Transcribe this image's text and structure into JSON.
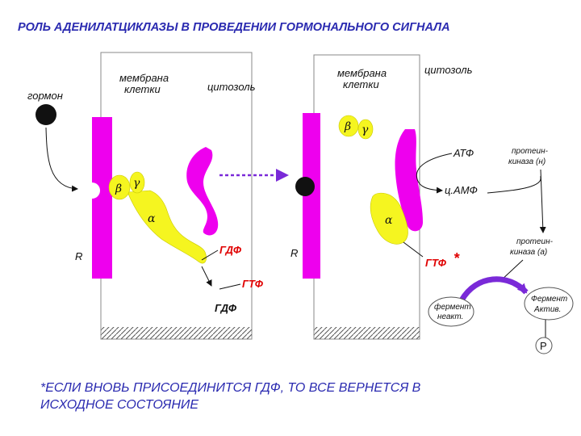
{
  "title": "РОЛЬ АДЕНИЛАТЦИКЛАЗЫ В ПРОВЕДЕНИИ ГОРМОНАЛЬНОГО СИГНАЛА",
  "left_panel": {
    "hormone": "гормон",
    "membrane": [
      "мембрана",
      "клетки"
    ],
    "cytosol": "цитозоль",
    "beta": "β",
    "gamma": "γ",
    "alpha": "α",
    "receptor": "R",
    "gdp_bound": "ГДФ",
    "gtp_in": "ГТФ",
    "gdp_out": "ГДФ"
  },
  "right_panel": {
    "membrane": [
      "мембрана",
      "клетки"
    ],
    "cytosol": "цитозоль",
    "beta": "β",
    "gamma": "γ",
    "alpha": "α",
    "receptor": "R",
    "gtp_bound": "ГТФ",
    "asterisk": "*",
    "atp": "АТФ",
    "camp": "ц.АМФ"
  },
  "cascade": {
    "pk_inactive": [
      "протеин-",
      "киназа (н)"
    ],
    "pk_active": [
      "протеин-",
      "киназа (а)"
    ],
    "enzyme_inactive": [
      "фермент",
      "неакт."
    ],
    "enzyme_active": [
      "Фермент",
      "Актив."
    ],
    "phosphate": "P"
  },
  "footnote": [
    "*ЕСЛИ ВНОВЬ ПРИСОЕДИНИТСЯ ГДФ, ТО ВСЕ ВЕРНЕТСЯ В",
    "ИСХОДНОЕ СОСТОЯНИЕ"
  ],
  "colors": {
    "magenta": "#ee00ee",
    "yellow": "#f5f520",
    "title_blue": "#2a2ab0",
    "red_text": "#e00000",
    "arrow_purple": "#7a2ad8"
  },
  "icons": [
    "hormone-ball-icon",
    "transition-arrow-icon"
  ]
}
